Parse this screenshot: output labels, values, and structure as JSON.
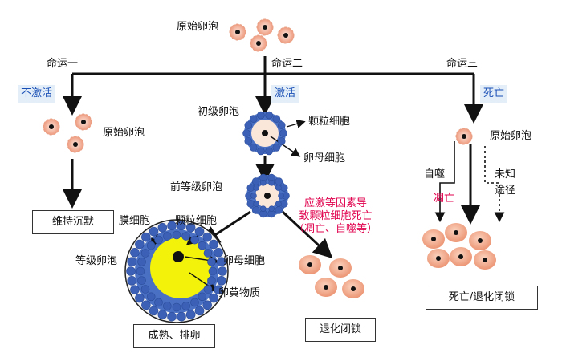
{
  "top_label": "原始卵泡",
  "fates": {
    "one": {
      "name": "命运一",
      "tag": "不激活",
      "follicle_label": "原始卵泡",
      "outcome": "维持沉默"
    },
    "two": {
      "name": "命运二",
      "tag": "激活"
    },
    "three": {
      "name": "命运三",
      "tag": "死亡",
      "follicle_label": "原始卵泡",
      "path_left": "自噬",
      "path_mid": "凋亡",
      "path_right": "未知途径",
      "outcome": "死亡/退化闭锁"
    }
  },
  "primary": {
    "title": "初级卵泡",
    "granulosa": "颗粒细胞",
    "oocyte": "卵母细胞"
  },
  "preantral": {
    "title": "前等级卵泡",
    "cause": [
      "应激等因素导",
      "致颗粒细胞死亡",
      "（凋亡、自噬等）"
    ]
  },
  "graded": {
    "title": "等级卵泡",
    "theca": "膜细胞",
    "granulosa": "颗粒细胞",
    "oocyte": "卵母细胞",
    "yolk": "卵黄物质",
    "outcome": "成熟、排卵"
  },
  "atresia_outcome": "退化闭锁",
  "colors": {
    "follicle_pink": "#f1a98f",
    "nucleus": "#111111",
    "granulosa_blue": "#4a70c4",
    "yolk_yellow": "#f2f20a",
    "dead_cell": "#f1a583",
    "tag_bg": "#e3eef9",
    "tag_text": "#1a4fb5",
    "cause_text": "#e0004d"
  }
}
